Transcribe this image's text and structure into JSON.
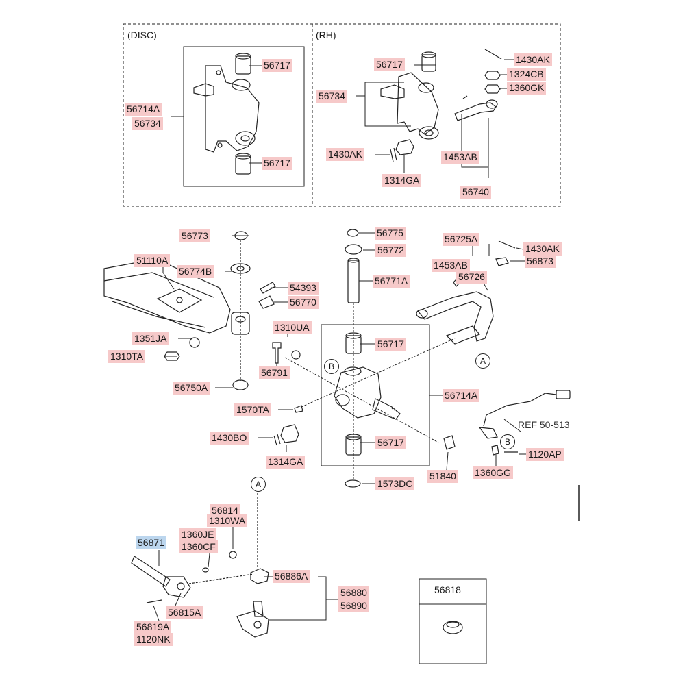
{
  "insets": {
    "disc": "(DISC)",
    "rh": "(RH)"
  },
  "refs": {
    "ref_50_513": "REF 50-513"
  },
  "callouts": {
    "a": "A",
    "b": "B"
  },
  "parts": [
    "56717",
    "56714A",
    "56734",
    "56717",
    "56717",
    "56734",
    "1430AK",
    "1314GA",
    "1430AK",
    "1324CB",
    "1360GK",
    "1453AB",
    "56740",
    "56773",
    "51110A",
    "56774B",
    "1351JA",
    "1310TA",
    "56750A",
    "56775",
    "56772",
    "56771A",
    "54393",
    "56770",
    "1310UA",
    "56717",
    "56791",
    "56714A",
    "1570TA",
    "1430BO",
    "1314GA",
    "56717",
    "51840",
    "1573DC",
    "56725A",
    "1430AK",
    "1453AB",
    "56873",
    "56726",
    "1120AP",
    "1360GG",
    "56814",
    "1310WA",
    "1360JE",
    "1360CF",
    "56871",
    "56815A",
    "56819A",
    "1120NK",
    "56886A",
    "56880",
    "56890",
    "56818"
  ]
}
